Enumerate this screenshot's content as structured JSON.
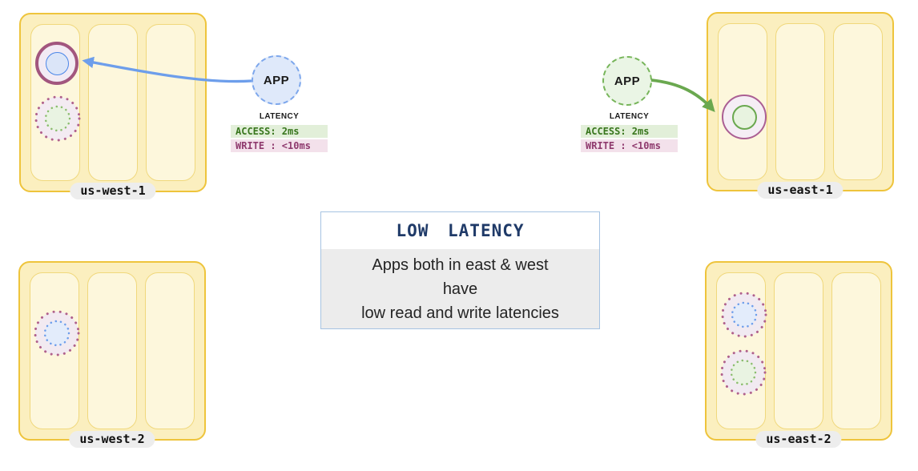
{
  "regions": [
    {
      "label": "us-west-1"
    },
    {
      "label": "us-east-1"
    },
    {
      "label": "us-west-2"
    },
    {
      "label": "us-east-2"
    }
  ],
  "apps": {
    "west": {
      "label": "APP"
    },
    "east": {
      "label": "APP"
    }
  },
  "latency_west": {
    "title": "LATENCY",
    "access": "ACCESS: 2ms",
    "write": "WRITE : <10ms"
  },
  "latency_east": {
    "title": "LATENCY",
    "access": "ACCESS: 2ms",
    "write": "WRITE : <10ms"
  },
  "callout": {
    "title": "LOW LATENCY",
    "line1": "Apps both in east & west",
    "line2": "have",
    "line3": "low read and write latencies"
  },
  "colors": {
    "region_border": "#eec43c",
    "region_fill": "#fbefbf",
    "zone_fill": "#fdf7dc",
    "zone_border": "#f0d87c",
    "arrow_west_blue": "#6d9eeb",
    "arrow_east_green": "#6aa84f",
    "replica_ring_maroon": "#a2567e",
    "replica_dotted_maroon": "#b0618c",
    "range_blue": "#4a86e8",
    "range_green": "#6aa84f",
    "app_west_fill": "#dfe9fa",
    "app_east_fill": "#eaf5e5",
    "access_badge_bg": "#e2efd9",
    "access_badge_text": "#38761d",
    "write_badge_bg": "#f3e1eb",
    "write_badge_text": "#8f3a6e",
    "callout_title_navy": "#1f3a68",
    "callout_body_bg": "#ececec",
    "label_pill_bg": "#ededed"
  }
}
